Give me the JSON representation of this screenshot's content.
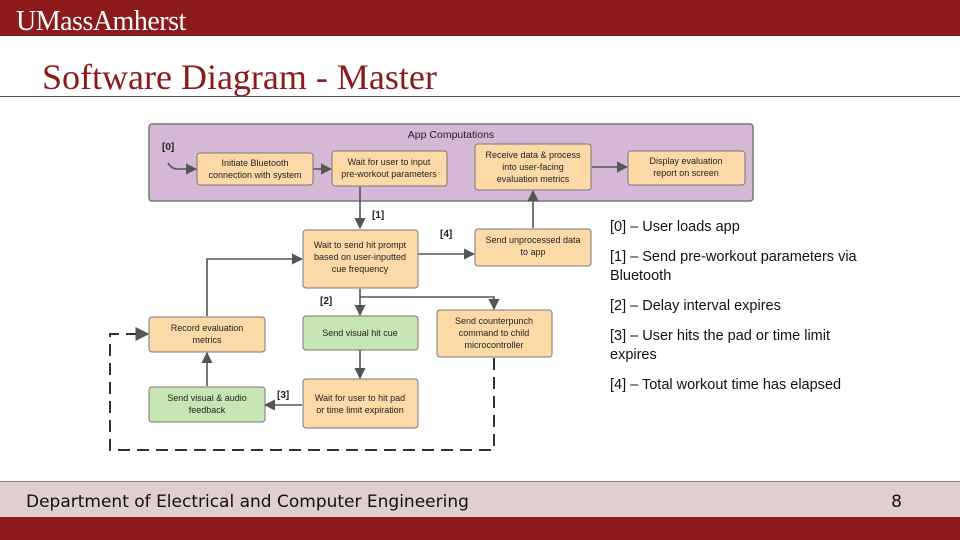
{
  "header": {
    "logo": "UMassAmherst",
    "title": "Software Diagram - Master"
  },
  "diagram": {
    "group_label": "App Computations",
    "nodes": {
      "initiate_bt": [
        "Initiate Bluetooth",
        "connection with system"
      ],
      "wait_input": [
        "Wait for user to input",
        "pre-workout parameters"
      ],
      "receive_data": [
        "Receive data & process",
        "into user-facing",
        "evaluation metrics"
      ],
      "display_report": [
        "Display evaluation",
        "report on screen"
      ],
      "wait_hit_prompt": [
        "Wait to send hit prompt",
        "based on user-inputted",
        "cue frequency"
      ],
      "send_unprocessed": [
        "Send unprocessed data",
        "to app"
      ],
      "record_metrics": [
        "Record evaluation",
        "metrics"
      ],
      "visual_hit_cue": [
        "Send visual hit cue"
      ],
      "counterpunch": [
        "Send counterpunch",
        "command to child",
        "microcontroller"
      ],
      "feedback": [
        "Send visual & audio",
        "feedback"
      ],
      "wait_user_hit": [
        "Wait for user to hit pad",
        "or time limit expiration"
      ]
    },
    "step_labels": {
      "s0": "[0]",
      "s1": "[1]",
      "s2": "[2]",
      "s3": "[3]",
      "s4": "[4]"
    }
  },
  "legend": [
    "[0] – User loads app",
    "[1] – Send pre-workout parameters via Bluetooth",
    "[2] – Delay interval expires",
    "[3] – User hits the pad or time limit expires",
    "[4] – Total workout time has elapsed"
  ],
  "footer": {
    "department": "Department of Electrical and Computer Engineering",
    "page": "8"
  },
  "colors": {
    "maroon": "#8c1a1a",
    "group_fill": "#d5b8d5",
    "orange_node": "#fdd9a8",
    "green_node": "#c8e6b4",
    "footer_bg": "#dfcfcf"
  }
}
